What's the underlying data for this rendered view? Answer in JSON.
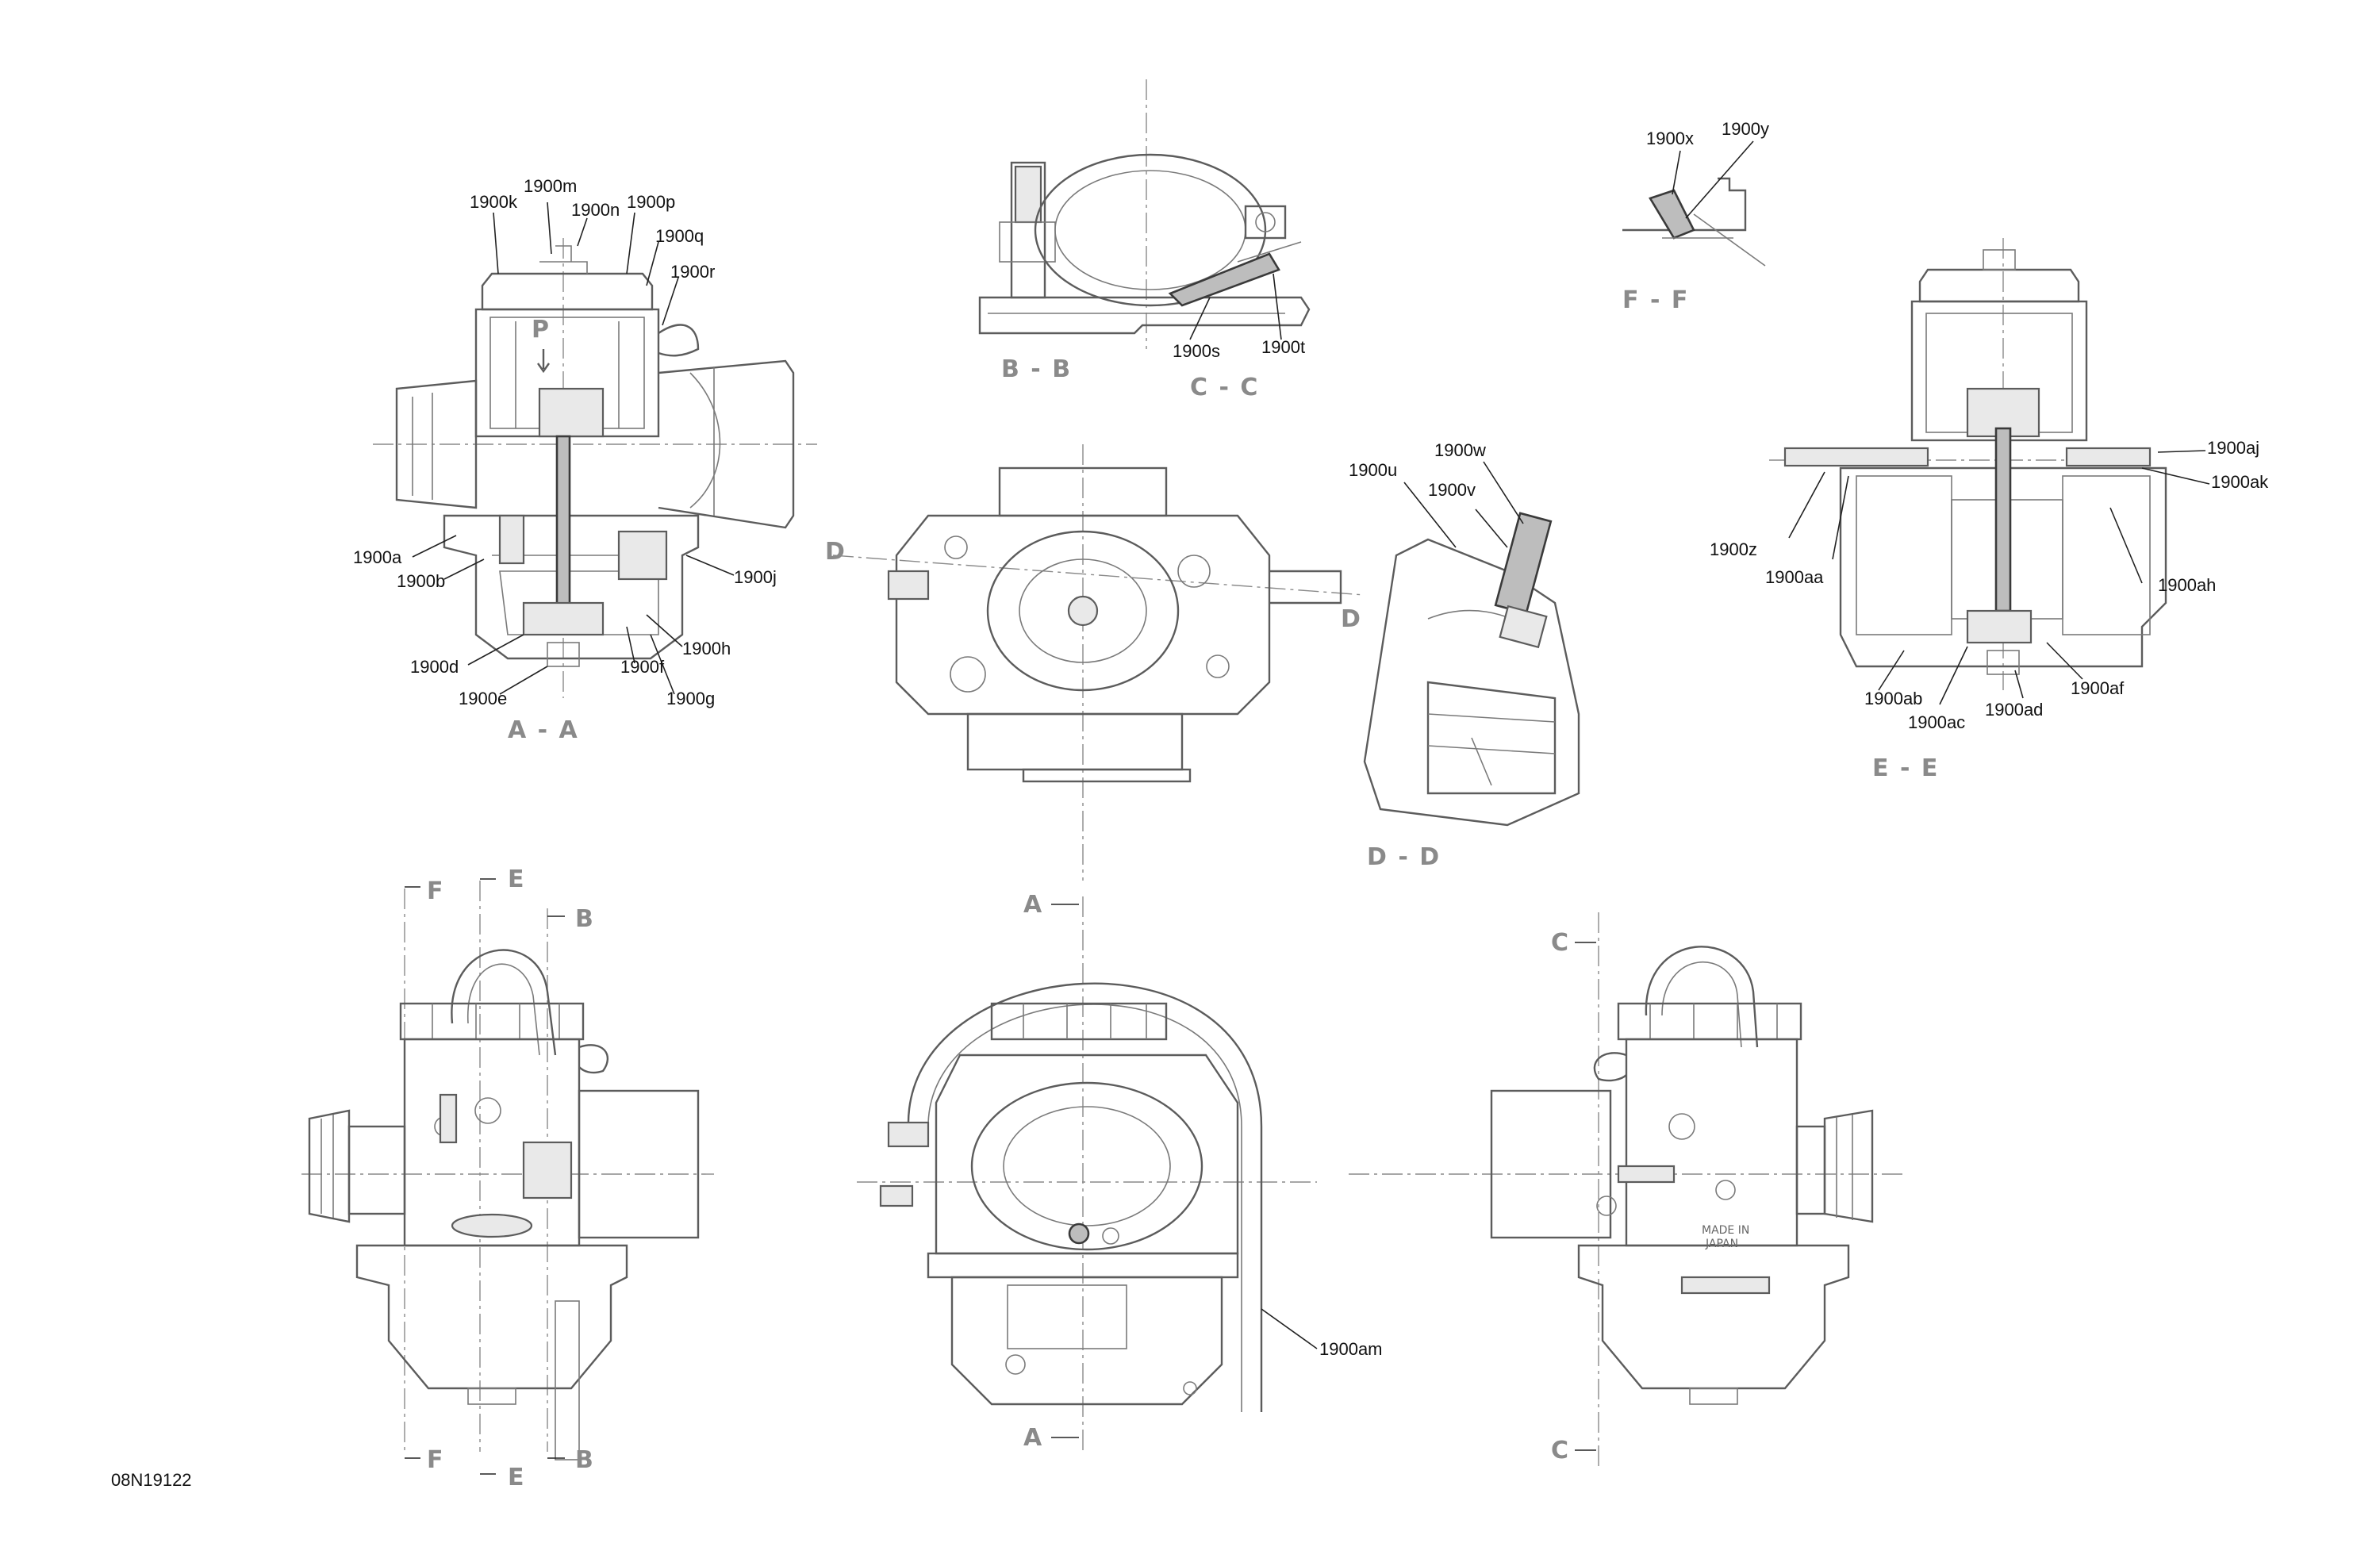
{
  "drawing_ref": "08N19122",
  "section_titles": {
    "aa": "A - A",
    "bb": "B - B",
    "cc": "C - C",
    "dd": "D - D",
    "ee": "E - E",
    "ff": "F - F"
  },
  "cut_marks": {
    "a": "A",
    "b": "B",
    "c": "C",
    "d": "D",
    "e": "E",
    "f": "F",
    "p": "P"
  },
  "body_text": {
    "made_in_1": "MADE IN",
    "made_in_2": "JAPAN"
  },
  "part_labels": {
    "k": "1900k",
    "m": "1900m",
    "n": "1900n",
    "p": "1900p",
    "q": "1900q",
    "r": "1900r",
    "a": "1900a",
    "b": "1900b",
    "j": "1900j",
    "h": "1900h",
    "d": "1900d",
    "f": "1900f",
    "e": "1900e",
    "g": "1900g",
    "s": "1900s",
    "t": "1900t",
    "x": "1900x",
    "y": "1900y",
    "u": "1900u",
    "w": "1900w",
    "v": "1900v",
    "aj": "1900aj",
    "ak": "1900ak",
    "z": "1900z",
    "aa": "1900aa",
    "ah": "1900ah",
    "ab": "1900ab",
    "ac": "1900ac",
    "ad": "1900ad",
    "af": "1900af",
    "am": "1900am"
  }
}
